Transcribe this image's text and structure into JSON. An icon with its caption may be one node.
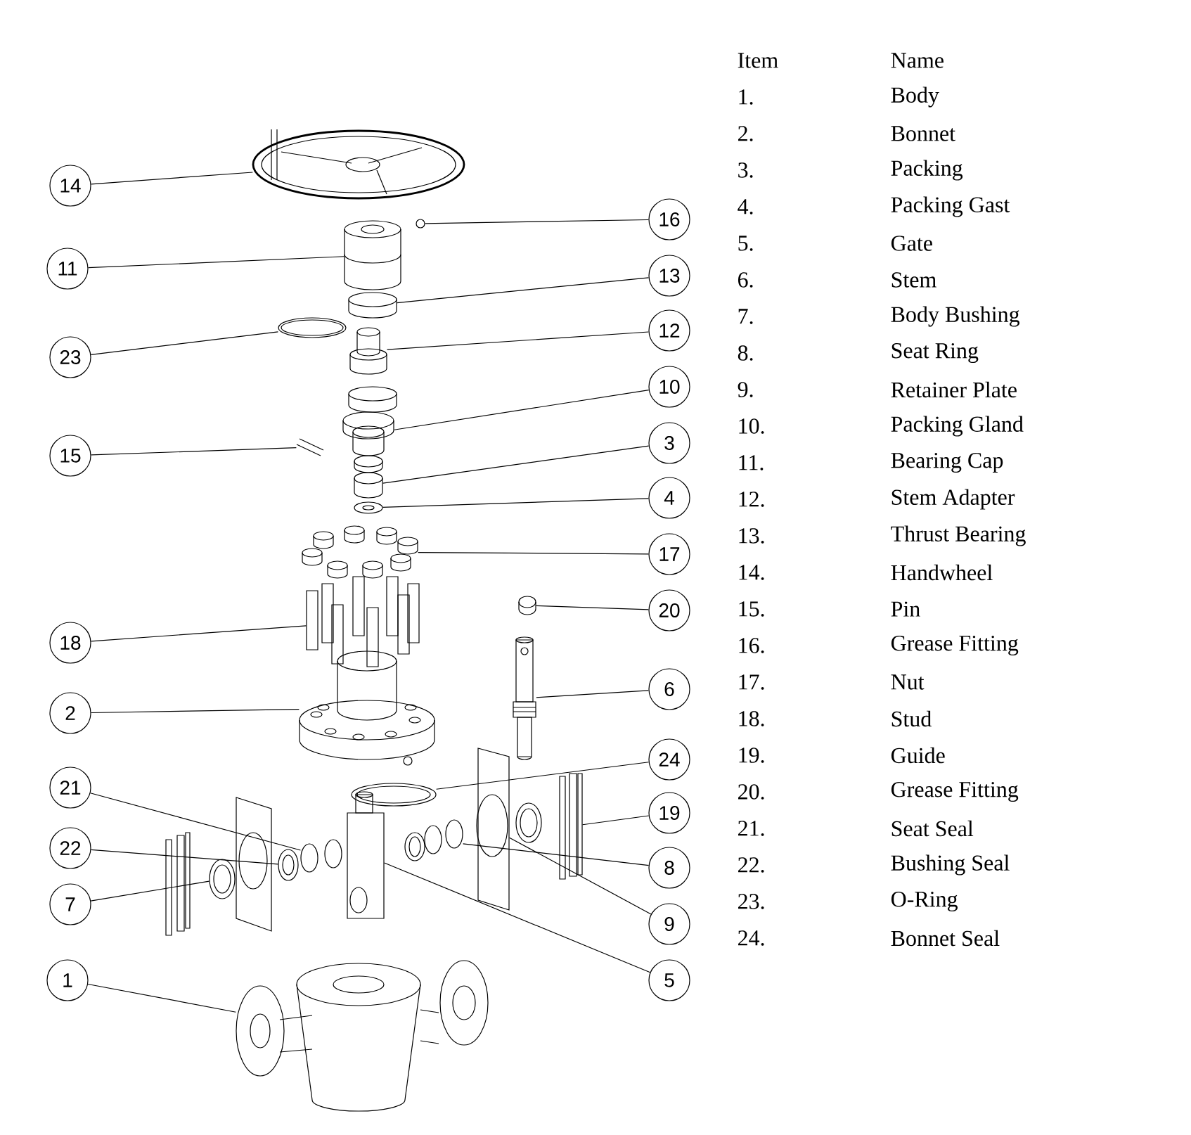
{
  "diagram": {
    "nodes": [
      {
        "text": [
          "14"
        ]
      },
      {
        "text": [
          "16"
        ]
      },
      {
        "text": [
          "11"
        ]
      },
      {
        "text": [
          "13"
        ]
      },
      {
        "text": [
          "12"
        ]
      },
      {
        "text": [
          "23"
        ]
      },
      {
        "text": [
          "10"
        ]
      },
      {
        "text": [
          "3"
        ]
      },
      {
        "text": [
          "15"
        ]
      },
      {
        "text": [
          "4"
        ]
      },
      {
        "text": [
          "17"
        ]
      },
      {
        "text": [
          "20"
        ]
      },
      {
        "text": [
          "18"
        ]
      },
      {
        "text": [
          "6"
        ]
      },
      {
        "text": [
          "2"
        ]
      },
      {
        "text": [
          "24"
        ]
      },
      {
        "text": [
          "21"
        ]
      },
      {
        "text": [
          "19"
        ]
      },
      {
        "text": [
          "22"
        ]
      },
      {
        "text": [
          "8"
        ]
      },
      {
        "text": [
          "7"
        ]
      },
      {
        "text": [
          "9"
        ]
      },
      {
        "text": [
          "1"
        ]
      },
      {
        "text": [
          "5"
        ]
      },
      {
        "text": [],
        "shape": "picture"
      },
      {
        "text": [],
        "shape": "picture"
      },
      {
        "text": [],
        "shape": "picture"
      },
      {
        "text": [],
        "shape": "picture"
      },
      {
        "text": [],
        "shape": "picture"
      },
      {
        "text": [],
        "shape": "picture"
      },
      {
        "text": [],
        "shape": "picture"
      },
      {
        "text": [],
        "shape": "picture"
      },
      {
        "text": [],
        "shape": "picture"
      },
      {
        "text": [],
        "shape": "picture"
      },
      {
        "text": [],
        "shape": "picture"
      },
      {
        "text": [],
        "shape": "picture"
      },
      {
        "text": [],
        "shape": "picture"
      },
      {
        "text": [],
        "shape": "picture"
      },
      {
        "text": [],
        "shape": "picture"
      },
      {
        "text": [],
        "shape": "picture"
      },
      {
        "text": [],
        "shape": "picture"
      },
      {
        "text": [],
        "shape": "picture"
      },
      {
        "text": [],
        "shape": "picture"
      },
      {
        "text": [],
        "shape": "picture"
      },
      {
        "text": [],
        "shape": "picture"
      },
      {
        "text": [],
        "shape": "picture"
      },
      {
        "text": [],
        "shape": "picture"
      },
      {
        "text": [],
        "shape": "picture"
      }
    ],
    "edges": [
      {
        "from": 0,
        "to": 24,
        "arrow": "none"
      },
      {
        "from": 1,
        "to": 25,
        "arrow": "none"
      },
      {
        "from": 2,
        "to": 26,
        "arrow": "none"
      },
      {
        "from": 3,
        "to": 27,
        "arrow": "none"
      },
      {
        "from": 4,
        "to": 28,
        "arrow": "none"
      },
      {
        "from": 5,
        "to": 29,
        "arrow": "none"
      },
      {
        "from": 6,
        "to": 30,
        "arrow": "none"
      },
      {
        "from": 7,
        "to": 31,
        "arrow": "none"
      },
      {
        "from": 8,
        "to": 32,
        "arrow": "none"
      },
      {
        "from": 9,
        "to": 33,
        "arrow": "none"
      },
      {
        "from": 10,
        "to": 34,
        "arrow": "none"
      },
      {
        "from": 11,
        "to": 35,
        "arrow": "none"
      },
      {
        "from": 12,
        "to": 36,
        "arrow": "none"
      },
      {
        "from": 13,
        "to": 37,
        "arrow": "none"
      },
      {
        "from": 14,
        "to": 38,
        "arrow": "none"
      },
      {
        "from": 15,
        "to": 39,
        "arrow": "none"
      },
      {
        "from": 16,
        "to": 40,
        "arrow": "none"
      },
      {
        "from": 17,
        "to": 41,
        "arrow": "none"
      },
      {
        "from": 18,
        "to": 42,
        "arrow": "none"
      },
      {
        "from": 19,
        "to": 43,
        "arrow": "none"
      },
      {
        "from": 20,
        "to": 44,
        "arrow": "none"
      },
      {
        "from": 21,
        "to": 45,
        "arrow": "none"
      },
      {
        "from": 22,
        "to": 46,
        "arrow": "none"
      },
      {
        "from": 23,
        "to": 47,
        "arrow": "none"
      }
    ],
    "labels": [
      "Item",
      "Name",
      "1.",
      "Body",
      "2.",
      "Bonnet",
      "3.",
      "Packing",
      "4.",
      "Packing Gast",
      "5.",
      "Gate",
      "6.",
      "Stem",
      "7.",
      "Body Bushing",
      "8.",
      "Seat Ring",
      "9.",
      "Retainer Plate",
      "10.",
      "Packing Gland",
      "11.",
      "Bearing Cap",
      "12.",
      "Stem Adapter",
      "13.",
      "Thrust Bearing",
      "14.",
      "Handwheel",
      "15.",
      "Pin",
      "16.",
      "Grease Fitting",
      "17.",
      "Nut",
      "18.",
      "Stud",
      "19.",
      "Guide",
      "20.",
      "Grease Fitting",
      "21.",
      "Seat Seal",
      "22.",
      "Bushing Seal",
      "23.",
      "O-Ring",
      "24.",
      "Bonnet Seal"
    ]
  }
}
